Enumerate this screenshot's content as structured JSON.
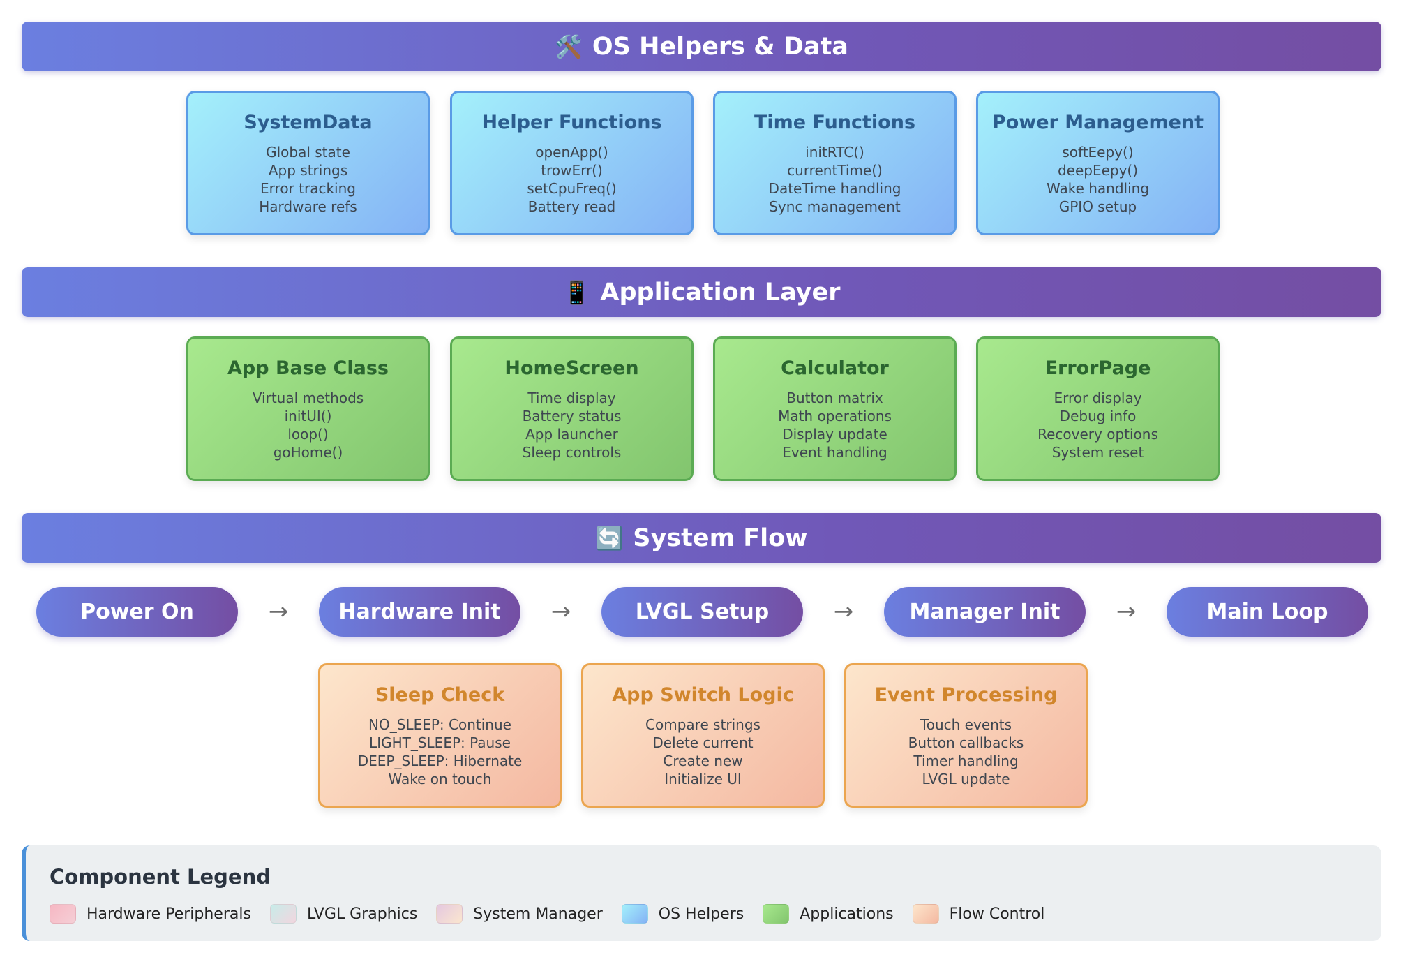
{
  "sections": [
    {
      "icon": "🛠️",
      "title": "OS Helpers & Data"
    },
    {
      "icon": "📱",
      "title": "Application Layer"
    },
    {
      "icon": "🔄",
      "title": "System Flow"
    }
  ],
  "os_helpers": [
    {
      "title": "SystemData",
      "lines": [
        "Global state",
        "App strings",
        "Error tracking",
        "Hardware refs"
      ]
    },
    {
      "title": "Helper Functions",
      "lines": [
        "openApp()",
        "trowErr()",
        "setCpuFreq()",
        "Battery read"
      ]
    },
    {
      "title": "Time Functions",
      "lines": [
        "initRTC()",
        "currentTime()",
        "DateTime handling",
        "Sync management"
      ]
    },
    {
      "title": "Power Management",
      "lines": [
        "softEepy()",
        "deepEepy()",
        "Wake handling",
        "GPIO setup"
      ]
    }
  ],
  "applications": [
    {
      "title": "App Base Class",
      "lines": [
        "Virtual methods",
        "initUI()",
        "loop()",
        "goHome()"
      ]
    },
    {
      "title": "HomeScreen",
      "lines": [
        "Time display",
        "Battery status",
        "App launcher",
        "Sleep controls"
      ]
    },
    {
      "title": "Calculator",
      "lines": [
        "Button matrix",
        "Math operations",
        "Display update",
        "Event handling"
      ]
    },
    {
      "title": "ErrorPage",
      "lines": [
        "Error display",
        "Debug info",
        "Recovery options",
        "System reset"
      ]
    }
  ],
  "flow": {
    "steps": [
      "Power On",
      "Hardware Init",
      "LVGL Setup",
      "Manager Init",
      "Main Loop"
    ],
    "arrow": "→",
    "details": [
      {
        "title": "Sleep Check",
        "lines": [
          "NO_SLEEP: Continue",
          "LIGHT_SLEEP: Pause",
          "DEEP_SLEEP: Hibernate",
          "Wake on touch"
        ]
      },
      {
        "title": "App Switch Logic",
        "lines": [
          "Compare strings",
          "Delete current",
          "Create new",
          "Initialize UI"
        ]
      },
      {
        "title": "Event Processing",
        "lines": [
          "Touch events",
          "Button callbacks",
          "Timer handling",
          "LVGL update"
        ]
      }
    ]
  },
  "legend": {
    "title": "Component Legend",
    "items": [
      {
        "label": "Hardware Peripherals",
        "color_from": "#f6b7c3",
        "color_to": "#f5cfd6"
      },
      {
        "label": "LVGL Graphics",
        "color_from": "#c7ece9",
        "color_to": "#f2d6df"
      },
      {
        "label": "System Manager",
        "color_from": "#e4c8e0",
        "color_to": "#fbe6cf"
      },
      {
        "label": "OS Helpers",
        "color_from": "#a4f0fb",
        "color_to": "#84b2f5"
      },
      {
        "label": "Applications",
        "color_from": "#a8e98e",
        "color_to": "#82c56e"
      },
      {
        "label": "Flow Control",
        "color_from": "#fde6cc",
        "color_to": "#f4b8a1"
      }
    ]
  }
}
